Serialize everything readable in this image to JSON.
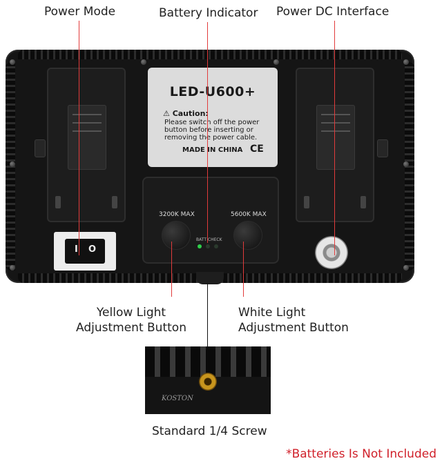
{
  "callouts": {
    "power_mode": "Power Mode",
    "battery_indicator": "Battery Indicator",
    "power_dc_interface": "Power DC Interface",
    "yellow_light_line1": "Yellow Light",
    "yellow_light_line2": "Adjustment Button",
    "white_light_line1": "White Light",
    "white_light_line2": "Adjustment Button",
    "screw": "Standard 1/4 Screw"
  },
  "device": {
    "model": "LED-U600+",
    "caution_title": "⚠ Caution:",
    "caution_text": "Please switch off the power button before inserting or removing the power cable.",
    "made_in": "MADE IN CHINA",
    "ce_mark": "CE",
    "knob_left_label": "3200K MAX",
    "knob_right_label": "5600K MAX",
    "batt_check": "BATT CHECK",
    "switch_on": "I",
    "switch_off": "O"
  },
  "inset": {
    "brand": "KOSTON"
  },
  "footnote": "*Batteries Is Not Included",
  "colors": {
    "leader_red": "#e23b3b",
    "footnote_red": "#d0202a",
    "led_green": "#2fd04a"
  }
}
